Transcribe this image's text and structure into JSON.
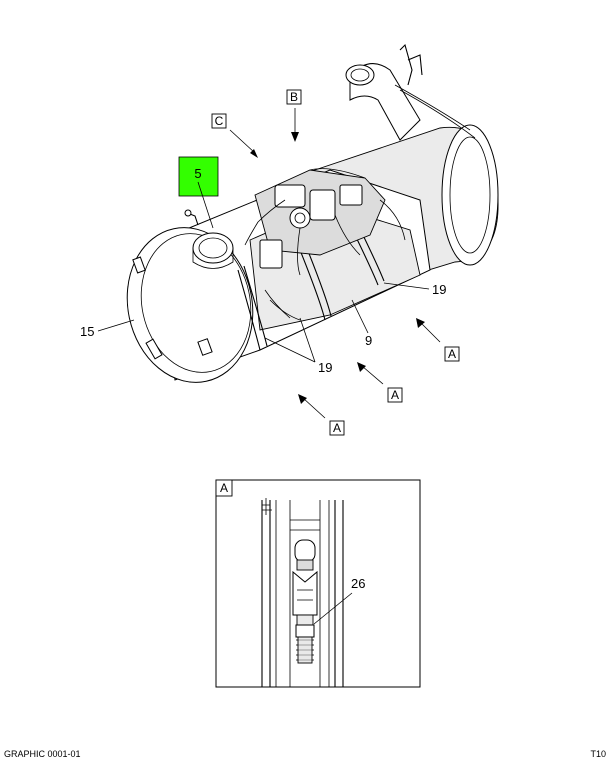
{
  "callouts": {
    "highlight": "5",
    "c15": "15",
    "c19a": "19",
    "c19b": "19",
    "c9": "9",
    "c26": "26"
  },
  "view_labels": {
    "b": "B",
    "c": "C",
    "a1": "A",
    "a2": "A",
    "a3": "A",
    "detail": "A"
  },
  "colors": {
    "highlight": "#33ff00",
    "line": "#000000",
    "shade": "#dcdcdc"
  },
  "footer": {
    "left": "GRAPHIC 0001-01",
    "right": "T10"
  }
}
